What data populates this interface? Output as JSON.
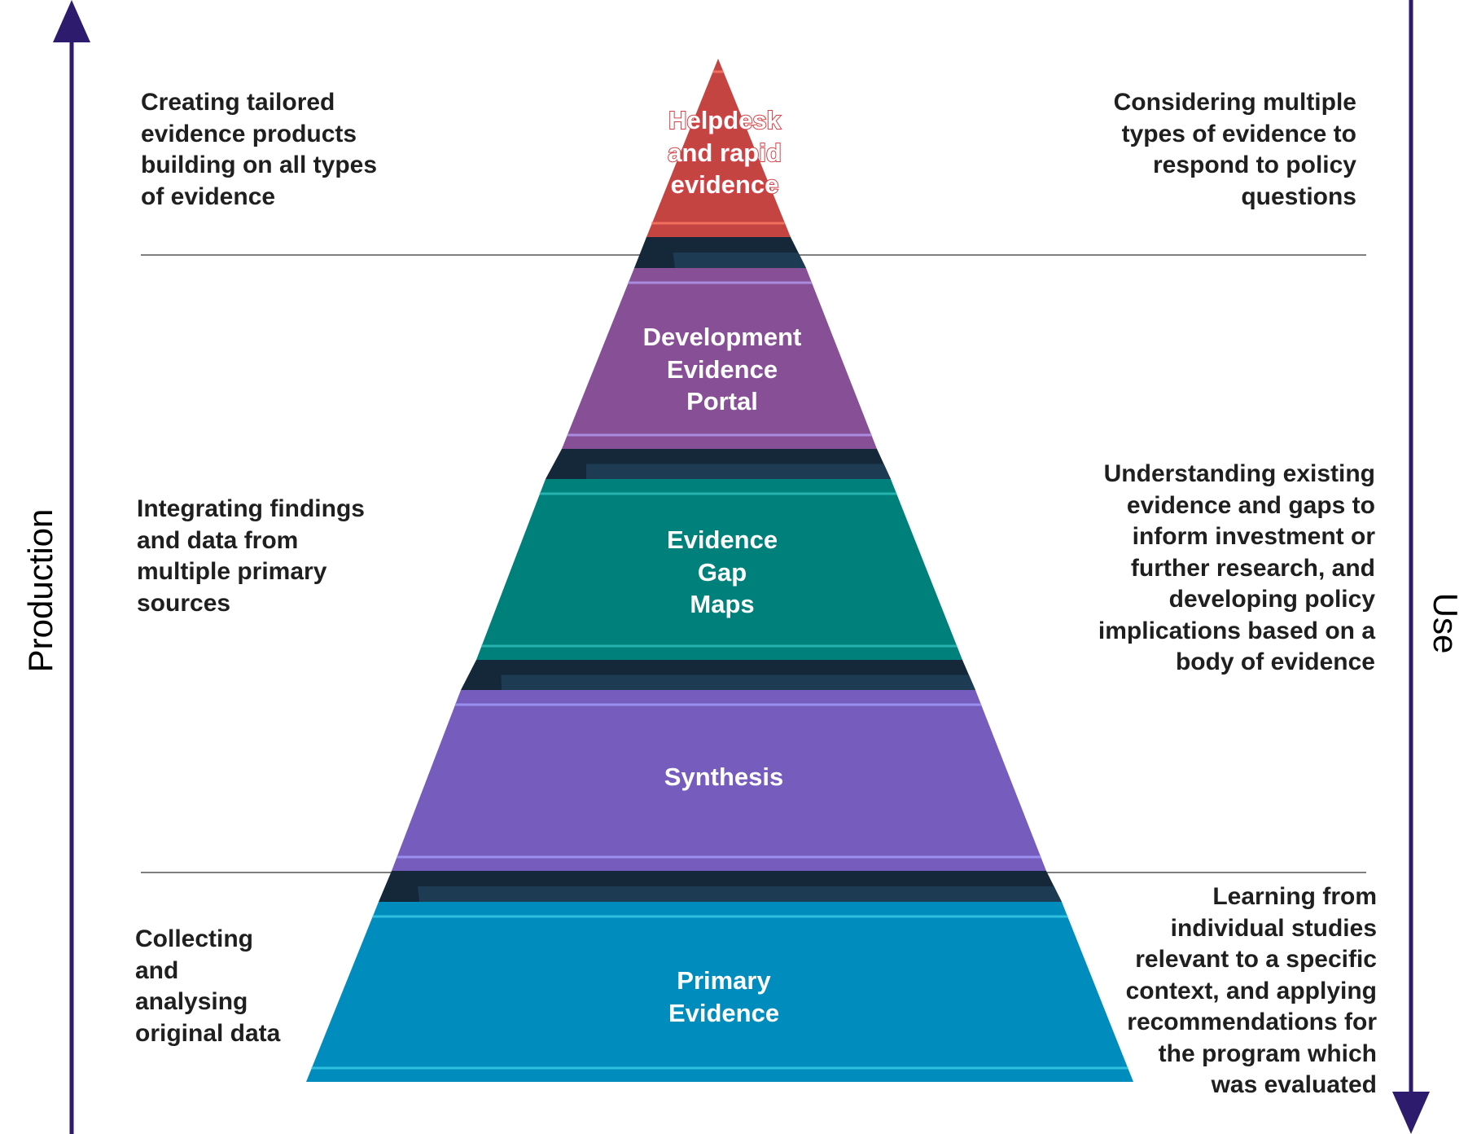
{
  "axes": {
    "production_label": "Production",
    "use_label": "Use",
    "axis_color": "#2d1b6e"
  },
  "tiers": [
    {
      "name": "helpdesk",
      "lines": [
        "Helpdesk",
        "and rapid",
        "evidence"
      ],
      "color": "#c44442",
      "stripe_color": "#f06f5e"
    },
    {
      "name": "portal",
      "lines": [
        "Development",
        "Evidence",
        "Portal"
      ],
      "color": "#875096",
      "stripe_color": "#a98be0"
    },
    {
      "name": "gap-maps",
      "lines": [
        "Evidence",
        "Gap",
        "Maps"
      ],
      "color": "#00807a",
      "stripe_color": "#26b3b0"
    },
    {
      "name": "synthesis",
      "lines": [
        "Synthesis"
      ],
      "color": "#765dbd",
      "stripe_color": "#9a8ff0"
    },
    {
      "name": "primary",
      "lines": [
        "Primary",
        "Evidence"
      ],
      "color": "#008cbd",
      "stripe_color": "#2ec0e0"
    }
  ],
  "connector_colors": {
    "dark": "#14283a",
    "light": "#1d3b52"
  },
  "production_notes": [
    [
      "Creating tailored",
      "evidence products",
      "building on all types",
      "of evidence"
    ],
    [
      "Integrating findings",
      "and data from",
      "multiple primary",
      "sources"
    ],
    [
      "Collecting",
      "and",
      "analysing",
      "original data"
    ]
  ],
  "use_notes": [
    [
      "Considering multiple",
      "types of evidence to",
      "respond to policy",
      "questions"
    ],
    [
      "Understanding existing",
      "evidence and gaps to",
      "inform investment or",
      "further research, and",
      "developing policy",
      "implications based on a",
      "body of evidence"
    ],
    [
      "Learning from",
      "individual studies",
      "relevant to a specific",
      "context, and applying",
      "recommendations for",
      "the program which",
      "was evaluated"
    ]
  ]
}
